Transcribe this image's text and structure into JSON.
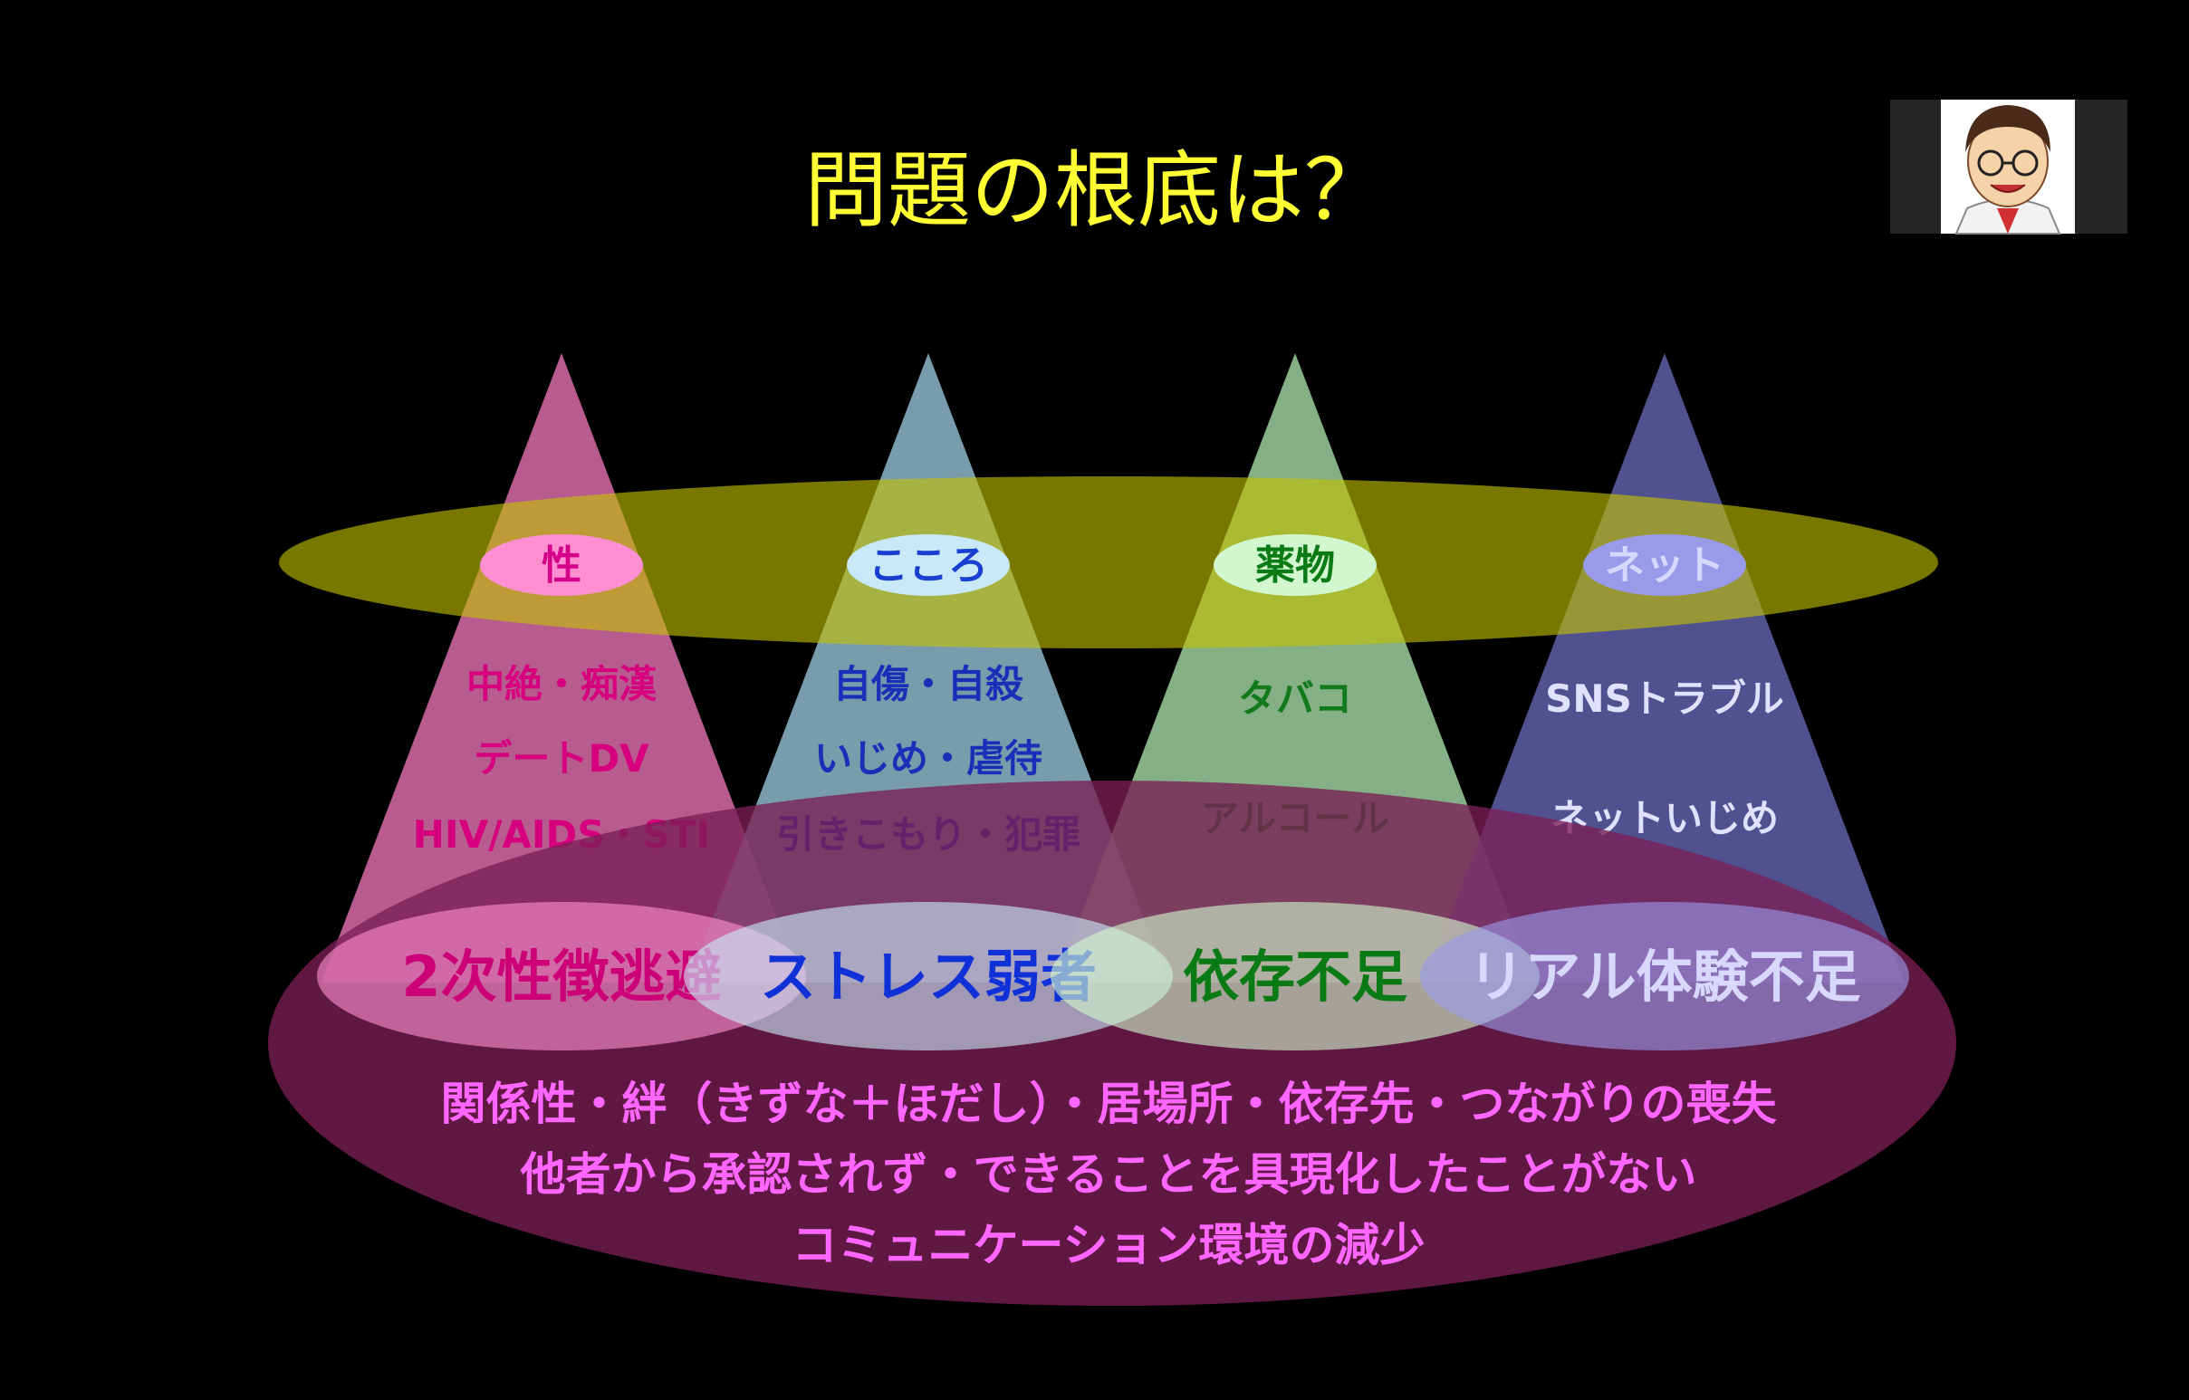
{
  "title": "問題の根底は？",
  "colors": {
    "title": "#ffff33",
    "band": "#b8b800",
    "bottom_ellipse": "#6b1a48",
    "bottom_text": "#ff66ff"
  },
  "presenter": {
    "icon": "presenter-avatar-icon"
  },
  "cones": [
    {
      "label": "性",
      "items": [
        "中絶・痴漢",
        "デートDV",
        "HIV/AIDS・STI"
      ],
      "root": "2次性徴逃避",
      "cone_color": "#ff7fc7",
      "pill_color": "#ff8fd0",
      "label_color": "#d4008a",
      "item_color": "#d6007f",
      "root_color": "#cc0077"
    },
    {
      "label": "こころ",
      "items": [
        "自傷・自殺",
        "いじめ・虐待",
        "引きこもり・犯罪"
      ],
      "root": "ストレス弱者",
      "cone_color": "#a8d8f0",
      "pill_color": "#c9e8f8",
      "label_color": "#1a3fd0",
      "item_color": "#1a2fb8",
      "root_color": "#1030d8"
    },
    {
      "label": "薬物",
      "items": [
        "タバコ",
        "アルコール"
      ],
      "root": "依存不足",
      "cone_color": "#b8f2b8",
      "pill_color": "#d2f7cf",
      "label_color": "#0a7a14",
      "item_color": "#117a1a",
      "root_color": "#0a7a14"
    },
    {
      "label": "ネット",
      "items": [
        "SNSトラブル",
        "ネットいじめ"
      ],
      "root": "リアル体験不足",
      "cone_color": "#7070c8",
      "pill_color": "#9a9aea",
      "label_color": "#d8d8ff",
      "item_color": "#e0e0ff",
      "root_color": "#d8d8ff"
    }
  ],
  "bottom_lines": [
    "関係性・絆（きずな＋ほだし）・居場所・依存先・つながりの喪失",
    "他者から承認されず・できることを具現化したことがない",
    "コミュニケーション環境の減少"
  ]
}
